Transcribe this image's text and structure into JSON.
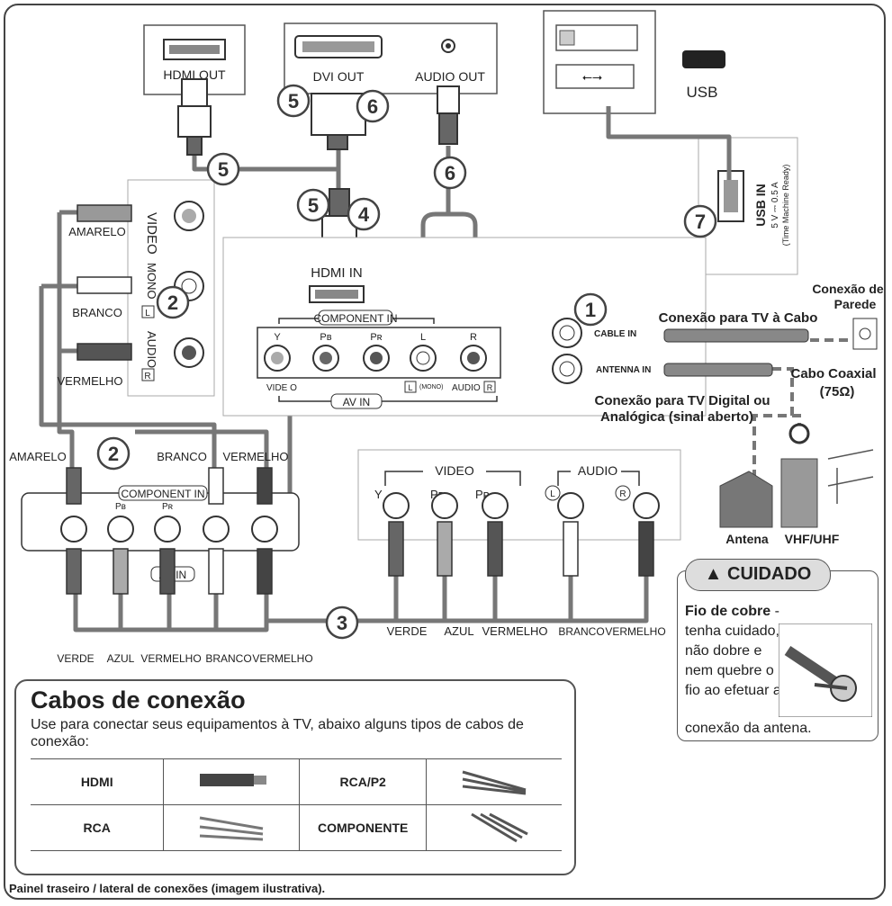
{
  "labels": {
    "hdmi_out": "HDMI OUT",
    "dvi_out": "DVI OUT",
    "audio_out": "AUDIO OUT",
    "usb": "USB",
    "usb_in": "USB IN",
    "usb_rating": "5 V ⎓ 0.5 A",
    "usb_note": "(Time Machine Ready)",
    "video": "VIDEO",
    "mono": "MONO",
    "audio": "AUDIO",
    "l_box": "L",
    "r_box": "R",
    "amarelo": "AMARELO",
    "branco": "BRANCO",
    "vermelho": "VERMELHO",
    "verde": "VERDE",
    "azul": "AZUL",
    "hdmi_in": "HDMI IN",
    "component_in": "COMPONENT IN",
    "av_in": "AV IN",
    "jack_y": "Y",
    "jack_pb": "Pʙ",
    "jack_pr": "Pʀ",
    "jack_l": "L",
    "jack_r": "R",
    "mono_small": "(MONO)",
    "audio_small": "AUDIO",
    "video_small": "VIDE O",
    "cable_in": "CABLE IN",
    "antenna_in": "ANTENNA IN",
    "conexao_cabo": "Conexão para TV à Cabo",
    "conexao_parede_1": "Conexão de",
    "conexao_parede_2": "Parede",
    "cabo_coaxial_1": "Cabo Coaxial",
    "cabo_coaxial_2": "(75Ω)",
    "conexao_digital_1": "Conexão para TV Digital ou",
    "conexao_digital_2": "Analógica (sinal aberto)",
    "antena": "Antena",
    "vhf_uhf": "VHF/UHF",
    "comp_video": "VIDEO",
    "comp_audio": "AUDIO",
    "circle_l": "L",
    "circle_r": "R"
  },
  "steps": [
    "1",
    "2",
    "3",
    "4",
    "5",
    "6",
    "7"
  ],
  "caution": {
    "title": "CUIDADO",
    "bold": "Fio de cobre",
    "text": " - tenha cuidado, não dobre e nem quebre o fio ao efetuar a",
    "tail": "conexão da antena."
  },
  "info": {
    "title": "Cabos de conexão",
    "description": "Use para conectar seus equipamentos à TV, abaixo alguns  tipos de cabos de conexão:",
    "table": [
      [
        "HDMI",
        "",
        "RCA/P2",
        ""
      ],
      [
        "RCA",
        "",
        "COMPONENTE",
        ""
      ]
    ]
  },
  "footnote": "Painel traseiro / lateral de conexões (imagem ilustrativa)."
}
